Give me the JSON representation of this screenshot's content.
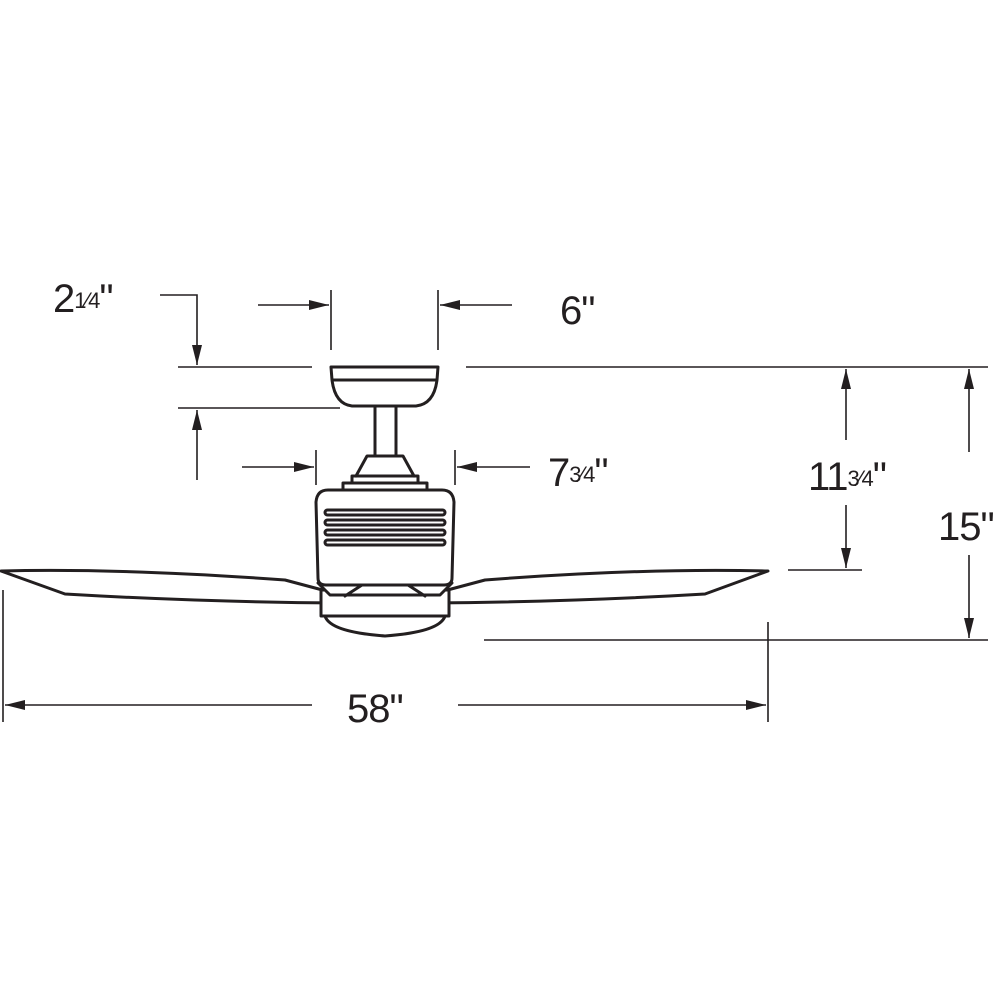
{
  "title": "Ceiling fan dimension drawing",
  "dimensions": {
    "canopy_height": {
      "whole": "2",
      "fraction": "1⁄4",
      "unit": "\""
    },
    "canopy_width": {
      "whole": "6",
      "fraction": "",
      "unit": "\""
    },
    "motor_width": {
      "whole": "7",
      "fraction": "3⁄4",
      "unit": "\""
    },
    "ceiling_to_blade": {
      "whole": "11",
      "fraction": "3⁄4",
      "unit": "\""
    },
    "overall_height": {
      "whole": "15",
      "fraction": "",
      "unit": "\""
    },
    "blade_span": {
      "whole": "58",
      "fraction": "",
      "unit": "\""
    }
  },
  "colors": {
    "line": "#231f20",
    "background": "#ffffff"
  }
}
